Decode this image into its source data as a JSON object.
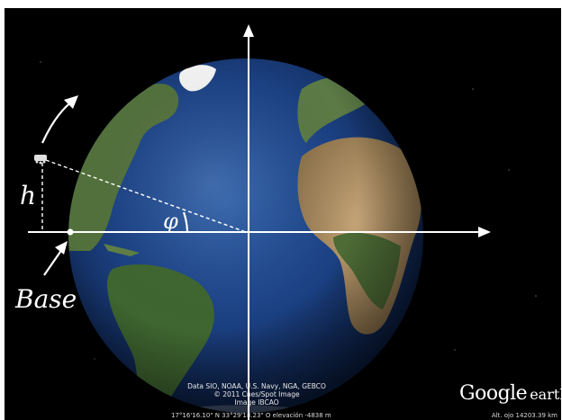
{
  "labels": {
    "height": "h",
    "angle": "φ",
    "base": "Base"
  },
  "credits": [
    "Data SIO, NOAA, U.S. Navy, NGA, GEBCO",
    "© 2011 Cnes/Spot Image",
    "Image IBCAO"
  ],
  "status": {
    "coordinates": "17°16'16.10\" N  33°29'18.23\" O  elevación -4838 m",
    "altitude": "Alt. ojo 14203.39 km"
  },
  "logo": {
    "google": "Google",
    "earth": "earth"
  },
  "colors": {
    "background": "#000000",
    "ocean": "#1b3d7a",
    "land_green": "#4f6b3a",
    "desert": "#b99a6a",
    "axes": "#ffffff"
  }
}
